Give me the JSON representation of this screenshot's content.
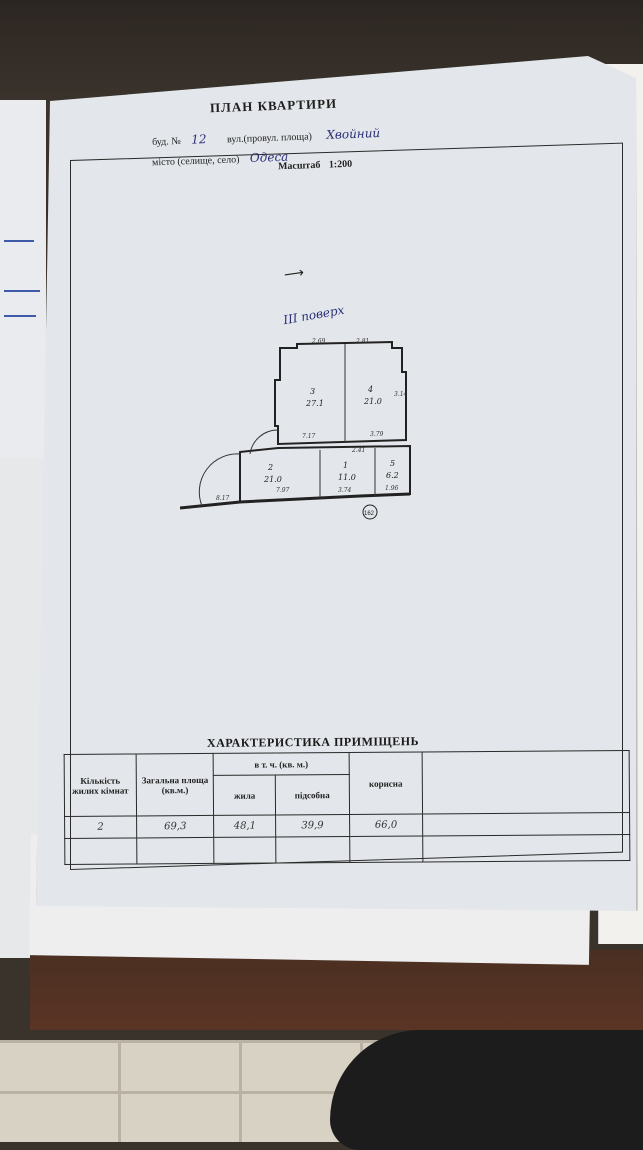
{
  "document": {
    "title": "ПЛАН КВАРТИРИ",
    "building_label": "буд. №",
    "building_number": "12",
    "street_label": "вул.(провул. площа)",
    "street_value": "Хвойний",
    "city_label": "місто (селище, село)",
    "city_value": "Одеса",
    "scale_label": "Масштаб",
    "scale_value": "1:200",
    "floor_label": "III поверх",
    "stamp": "162"
  },
  "plan": {
    "rooms": [
      {
        "number": "1",
        "area": "11.0"
      },
      {
        "number": "2",
        "area": "21.0"
      },
      {
        "number": "3",
        "area": "27.1"
      },
      {
        "number": "4",
        "area": "21.0"
      },
      {
        "number": "5",
        "area": "6.2"
      }
    ],
    "dimensions": [
      "2.69",
      "2.81",
      "7.17",
      "3.79",
      "3.14",
      "2.41",
      "7.97",
      "3.74",
      "1.96",
      "8.17"
    ]
  },
  "characteristics": {
    "title": "ХАРАКТЕРИСТИКА ПРИМІЩЕНЬ",
    "headers": {
      "rooms": "Кількість жилих кімнат",
      "total": "Загальна площа (кв.м.)",
      "incl": "в т. ч. (кв. м.)",
      "living": "жила",
      "auxiliary": "підсобна",
      "useful": "корисна"
    },
    "row": {
      "rooms": "2",
      "total": "69,3",
      "living": "48,1",
      "auxiliary": "39,9",
      "useful": "66,0"
    }
  }
}
